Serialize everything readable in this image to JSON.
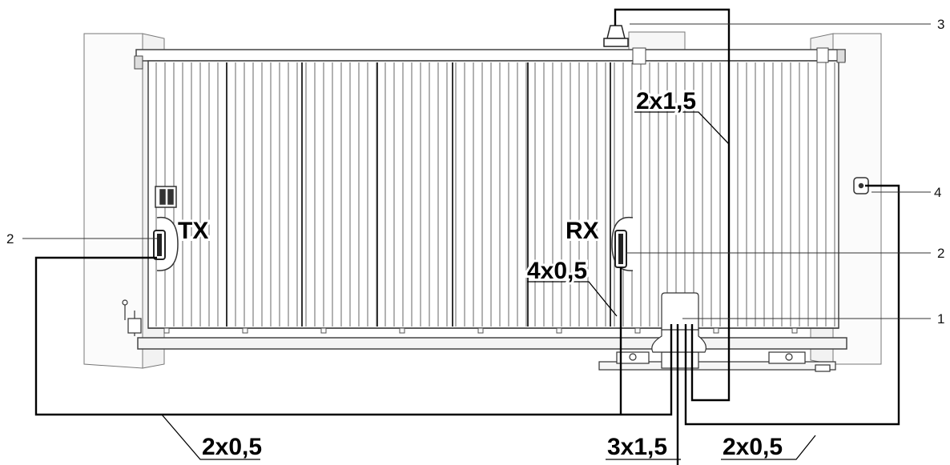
{
  "callouts": {
    "c1": "1",
    "c2_left": "2",
    "c2_right": "2",
    "c3": "3",
    "c4": "4"
  },
  "labels": {
    "tx": "TX",
    "rx": "RX"
  },
  "cables": {
    "flash": "2x1,5",
    "photocells_rx": "4x0,5",
    "photocells_tx": "2x0,5",
    "power": "3x1,5",
    "key_selector": "2x0,5"
  }
}
